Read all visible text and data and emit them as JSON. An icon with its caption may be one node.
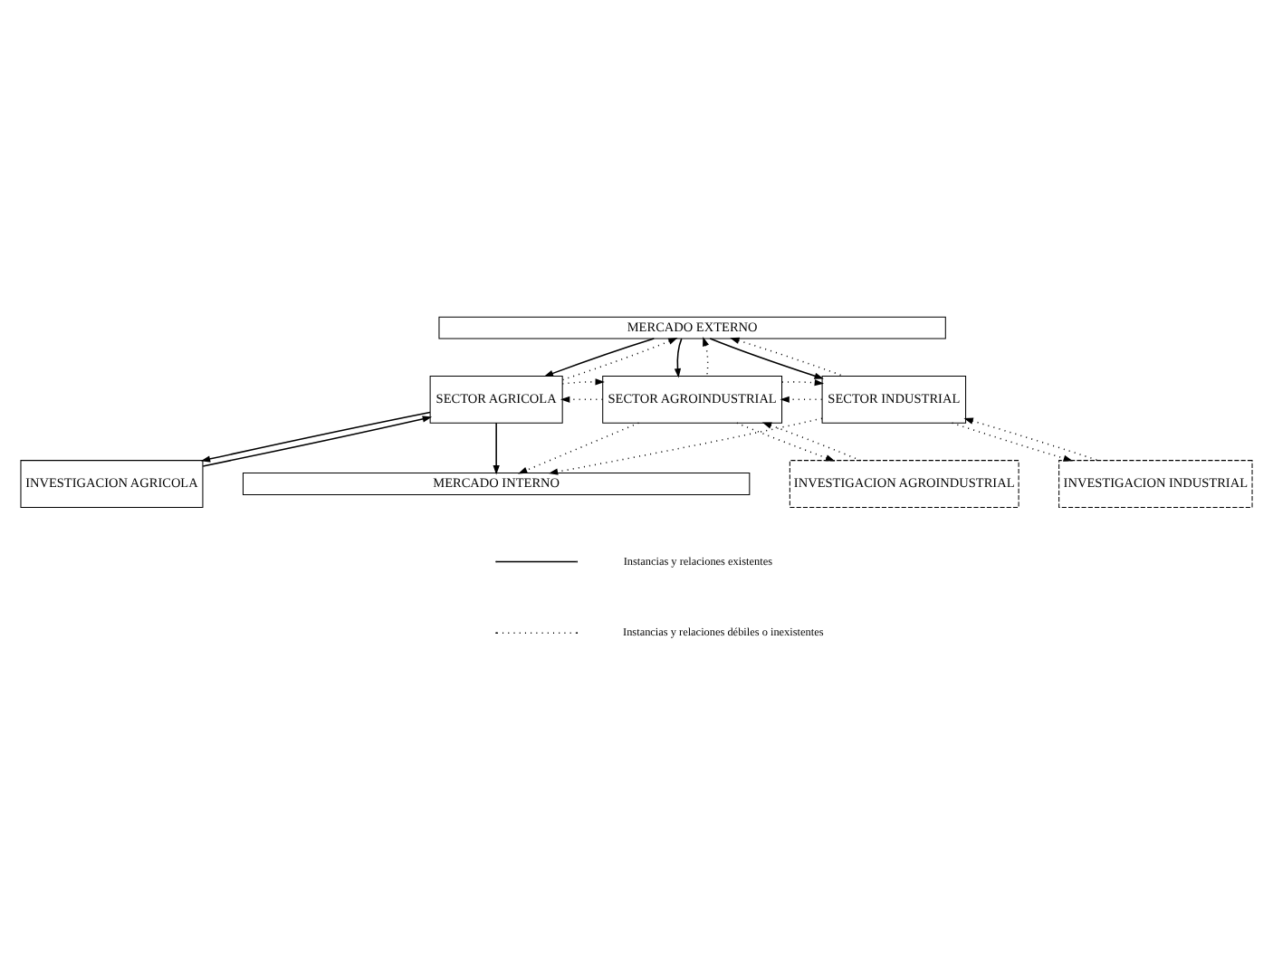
{
  "diagram": {
    "nodes": [
      {
        "text": [
          "MERCADO EXTERNO"
        ]
      },
      {
        "text": [
          "SECTOR AGRICOLA"
        ]
      },
      {
        "text": [
          "SECTOR AGROINDUSTRIAL"
        ]
      },
      {
        "text": [
          "SECTOR INDUSTRIAL"
        ]
      },
      {
        "text": [
          "INVESTIGACION AGRICOLA"
        ]
      },
      {
        "text": [
          "INVESTIGACION AGROINDUSTRIAL"
        ]
      },
      {
        "text": [
          "INVESTIGACION INDUSTRIAL"
        ]
      },
      {
        "text": [
          "MERCADO INTERNO"
        ]
      }
    ],
    "edges": [
      {
        "from": 0,
        "to": 1,
        "arrow": "to"
      },
      {
        "from": 1,
        "to": 0,
        "arrow": "to",
        "style": "dashed"
      },
      {
        "from": 0,
        "to": 2,
        "arrow": "to"
      },
      {
        "from": 2,
        "to": 0,
        "arrow": "to",
        "style": "dashed"
      },
      {
        "from": 0,
        "to": 3,
        "arrow": "to"
      },
      {
        "from": 3,
        "to": 0,
        "arrow": "to",
        "style": "dashed"
      },
      {
        "from": 2,
        "to": 1,
        "arrow": "to",
        "style": "dashed"
      },
      {
        "from": 1,
        "to": 2,
        "arrow": "to",
        "style": "dashed"
      },
      {
        "from": 3,
        "to": 2,
        "arrow": "to",
        "style": "dashed"
      },
      {
        "from": 2,
        "to": 3,
        "arrow": "to",
        "style": "dashed"
      },
      {
        "from": 1,
        "to": 4,
        "arrow": "to"
      },
      {
        "from": 4,
        "to": 1,
        "arrow": "to"
      },
      {
        "from": 2,
        "to": 5,
        "arrow": "to",
        "style": "dashed"
      },
      {
        "from": 5,
        "to": 2,
        "arrow": "to",
        "style": "dashed"
      },
      {
        "from": 3,
        "to": 6,
        "arrow": "to",
        "style": "dashed"
      },
      {
        "from": 6,
        "to": 3,
        "arrow": "to",
        "style": "dashed"
      },
      {
        "from": 1,
        "to": 7,
        "arrow": "to"
      },
      {
        "from": 2,
        "to": 7,
        "arrow": "to",
        "style": "dashed"
      },
      {
        "from": 3,
        "to": 7,
        "arrow": "to",
        "style": "dashed"
      }
    ],
    "legend": [
      {
        "text": "Instancias y relaciones existentes"
      },
      {
        "text": "Instancias y relaciones débiles o inexistentes"
      }
    ]
  }
}
